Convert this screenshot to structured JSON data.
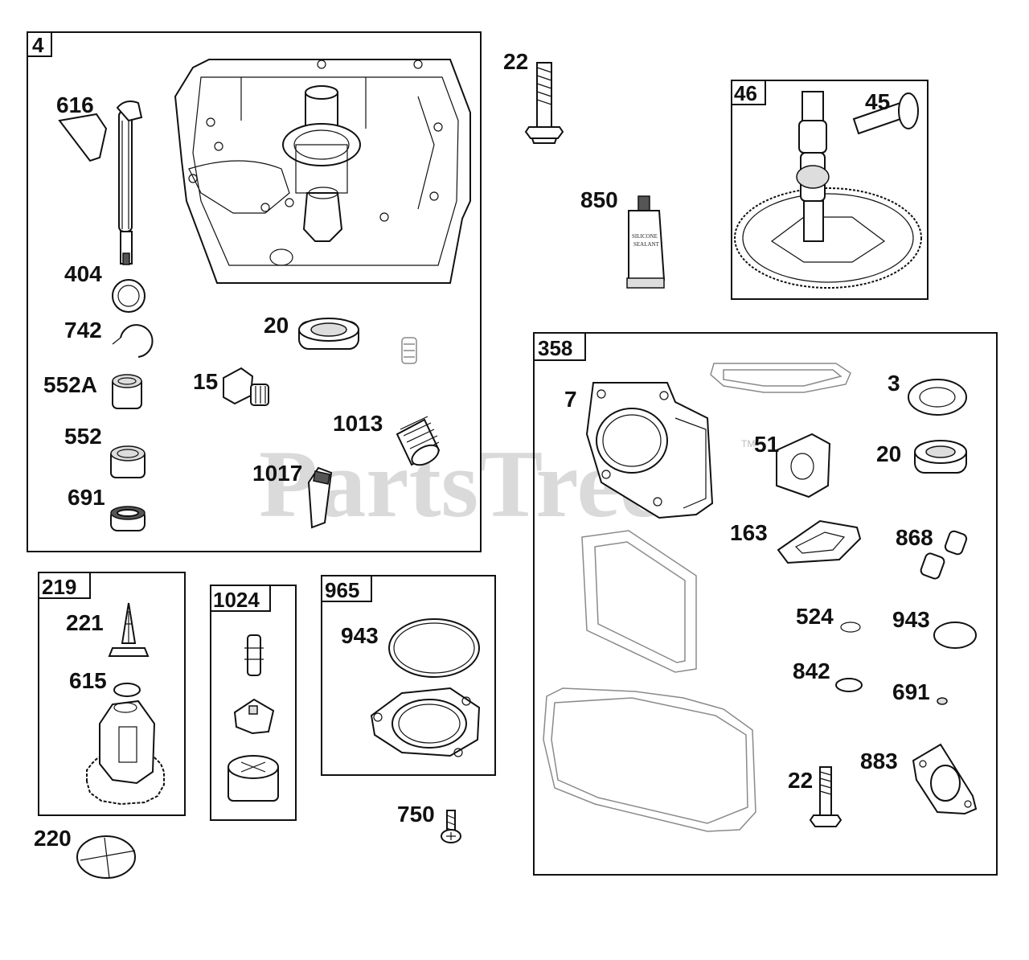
{
  "watermark": {
    "text": "PartsTree",
    "tm": "TM"
  },
  "sealant_tube": {
    "line1": "SILICONE",
    "line2": "SEALANT"
  },
  "boxes": {
    "b4": "4",
    "b46": "46",
    "b358": "358",
    "b219": "219",
    "b1024": "1024",
    "b965": "965"
  },
  "parts": {
    "p616": "616",
    "p404": "404",
    "p742": "742",
    "p552a": "552A",
    "p552": "552",
    "p691_left": "691",
    "p15": "15",
    "p20_top": "20",
    "p1013": "1013",
    "p1017": "1017",
    "p22_top": "22",
    "p850": "850",
    "p45": "45",
    "p7": "7",
    "p3": "3",
    "p51": "51",
    "p20_right": "20",
    "p163": "163",
    "p868": "868",
    "p524": "524",
    "p943_right": "943",
    "p842": "842",
    "p691_right": "691",
    "p22_bottom": "22",
    "p883": "883",
    "p221": "221",
    "p615": "615",
    "p220": "220",
    "p943_box": "943",
    "p750": "750"
  }
}
